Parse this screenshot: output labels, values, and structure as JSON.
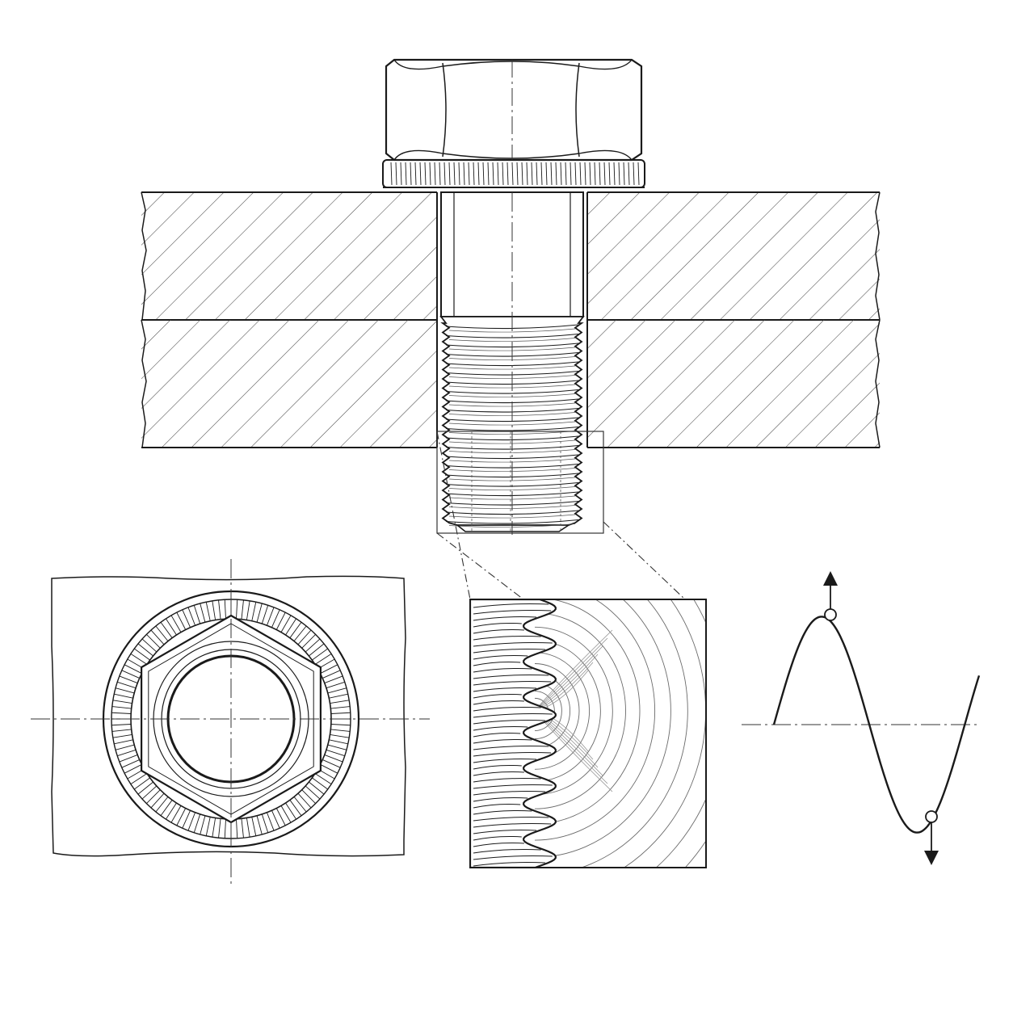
{
  "drawing": {
    "views": {
      "section": "bolted-joint-section-view",
      "plan": "top-view-nut-and-washer",
      "detail": "thread-root-stress-detail",
      "load": "cyclic-load-waveform"
    },
    "colors": {
      "ink": "#1a1a1a",
      "thin": "#333333",
      "hatch": "#4a4a4a",
      "contour": "#6a6a6a",
      "paper": "#ffffff"
    }
  },
  "load_waveform": {
    "shape": "sine",
    "cycles": 1,
    "max_marker": "arrow-up",
    "min_marker": "arrow-down"
  }
}
